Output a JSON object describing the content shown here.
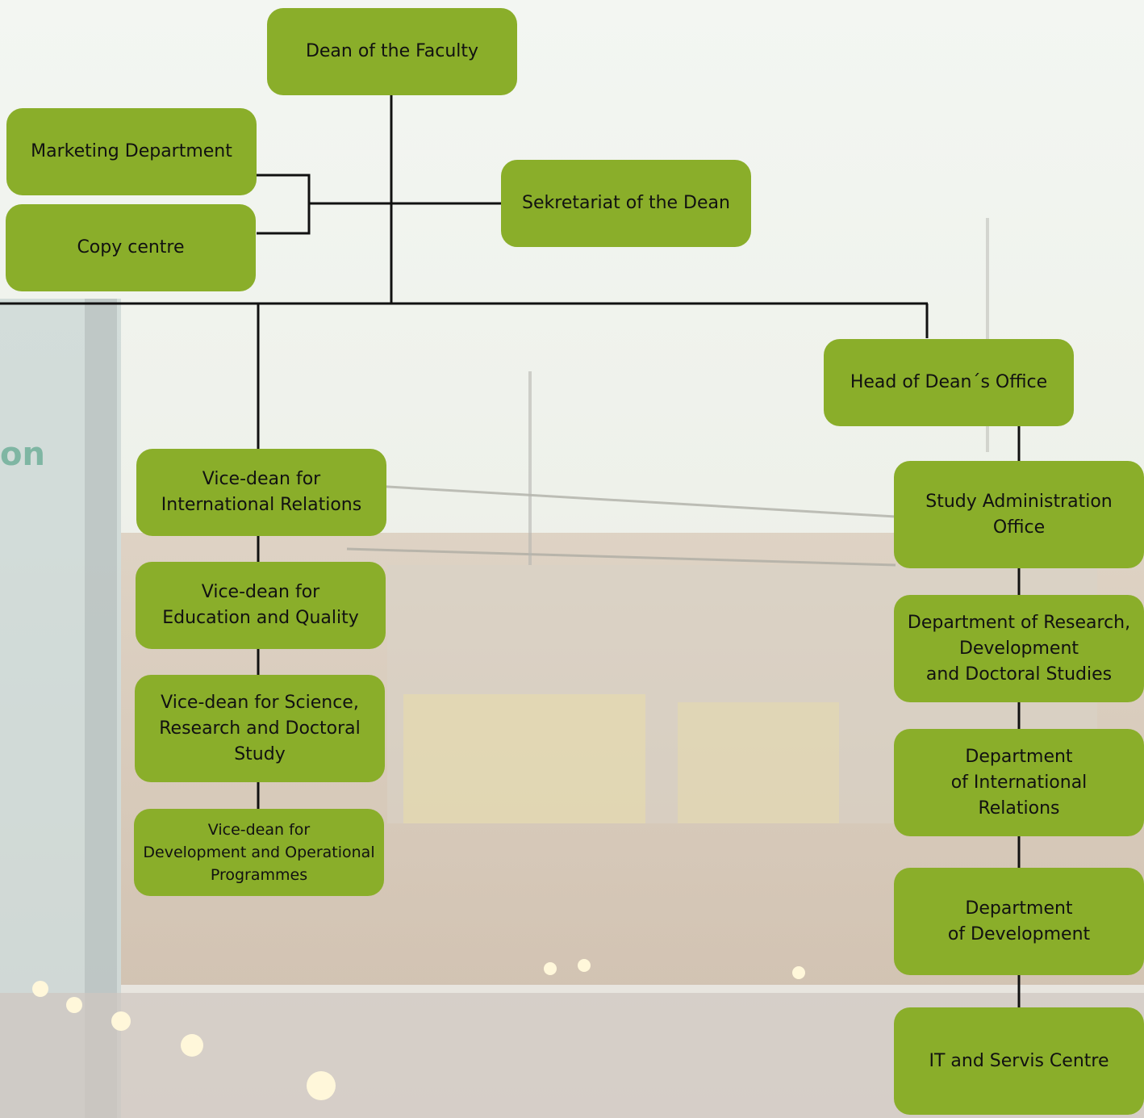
{
  "colors": {
    "node_fill": "#8aae2a",
    "line": "#111111",
    "text": "#111111"
  },
  "background": {
    "partial_sign_text": "on"
  },
  "nodes": {
    "dean": "Dean of the Faculty",
    "marketing": "Marketing Department",
    "copy_centre": "Copy centre",
    "secretariat": "Sekretariat of the Dean",
    "head_office": "Head of Dean´s Office",
    "vd_international": "Vice-dean for\nInternational Relations",
    "vd_education": "Vice-dean for\nEducation and Quality",
    "vd_science": "Vice-dean for Science,\nResearch and Doctoral\nStudy",
    "vd_development": "Vice-dean for\nDevelopment and Operational\nProgrammes",
    "study_admin": "Study Administration\nOffice",
    "dept_research": "Department of Research,\nDevelopment\nand Doctoral Studies",
    "dept_international": "Department\nof International\nRelations",
    "dept_development": "Department\nof Development",
    "it_centre": "IT and Servis Centre"
  }
}
